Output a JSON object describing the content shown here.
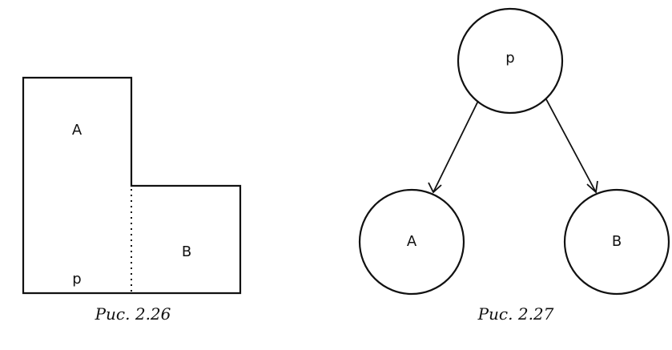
{
  "figure_left": {
    "label_a": "A",
    "label_b": "B",
    "label_p": "p",
    "caption": "Рис. 2.26"
  },
  "figure_right": {
    "node_root": "p",
    "node_left": "A",
    "node_right": "B",
    "caption": "Рис. 2.27"
  }
}
